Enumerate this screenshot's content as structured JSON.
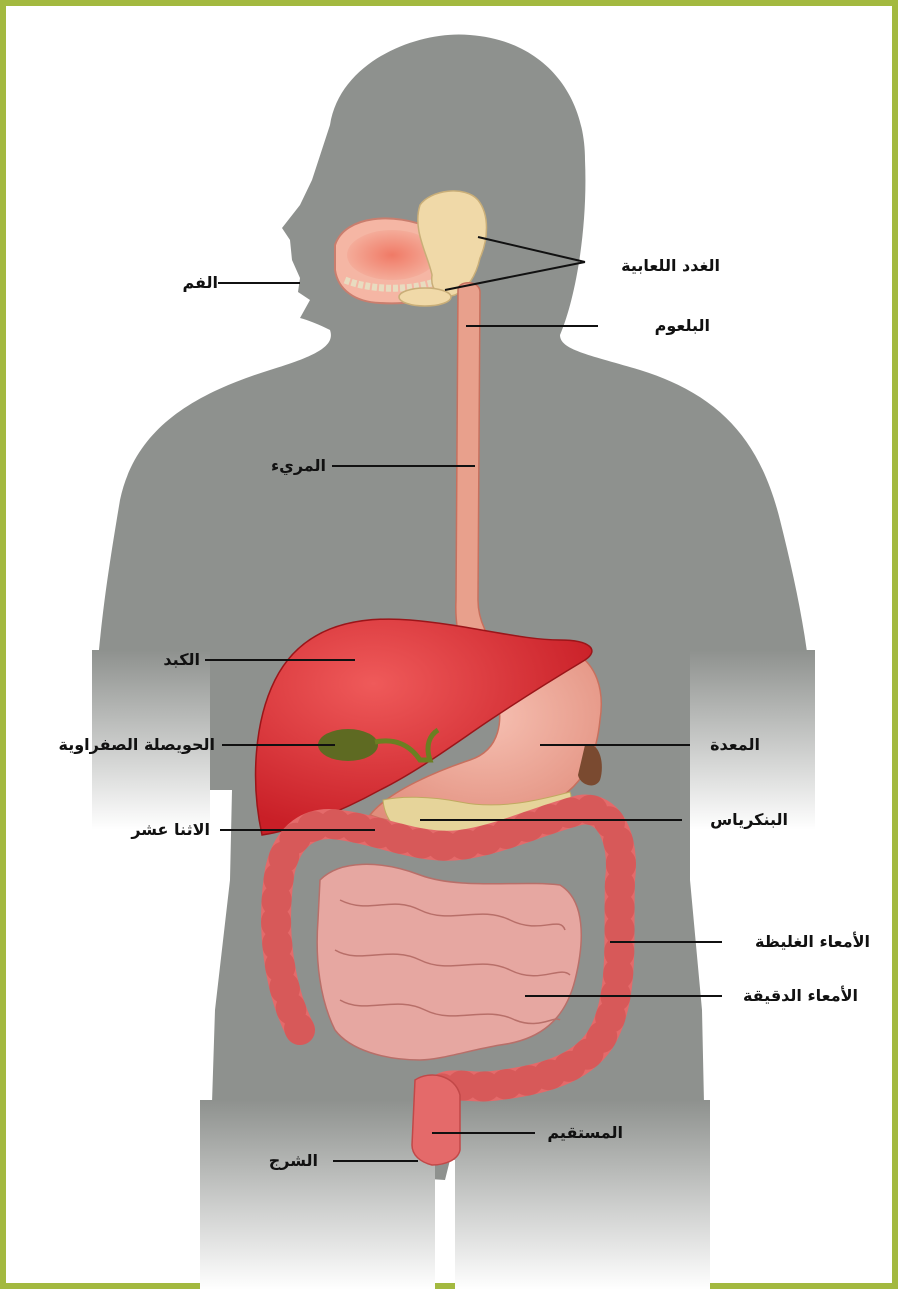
{
  "labels": {
    "mouth": "الفم",
    "salivary_glands": "الغدد اللعابية",
    "pharynx": "البلعوم",
    "esophagus": "المريء",
    "liver": "الكبد",
    "gallbladder": "الحويصلة الصفراوية",
    "stomach": "المعدة",
    "duodenum": "الاثنا عشر",
    "pancreas": "البنكرياس",
    "large_intestine": "الأمعاء الغليظة",
    "small_intestine": "الأمعاء الدقيقة",
    "rectum": "المستقيم",
    "anus": "الشرج"
  },
  "colors": {
    "frame": "#a3b940",
    "body": "#8e918e",
    "esophagus": "#e8a08c",
    "liver": "#d8282e",
    "gallbladder": "#5e6a22",
    "stomach": "#eba08f",
    "pancreas": "#e6d49a",
    "large_intestine": "#e46a6a",
    "small_intestine": "#e6a7a1",
    "salivary": "#f0d9a8",
    "spleen": "#7a4a30"
  }
}
